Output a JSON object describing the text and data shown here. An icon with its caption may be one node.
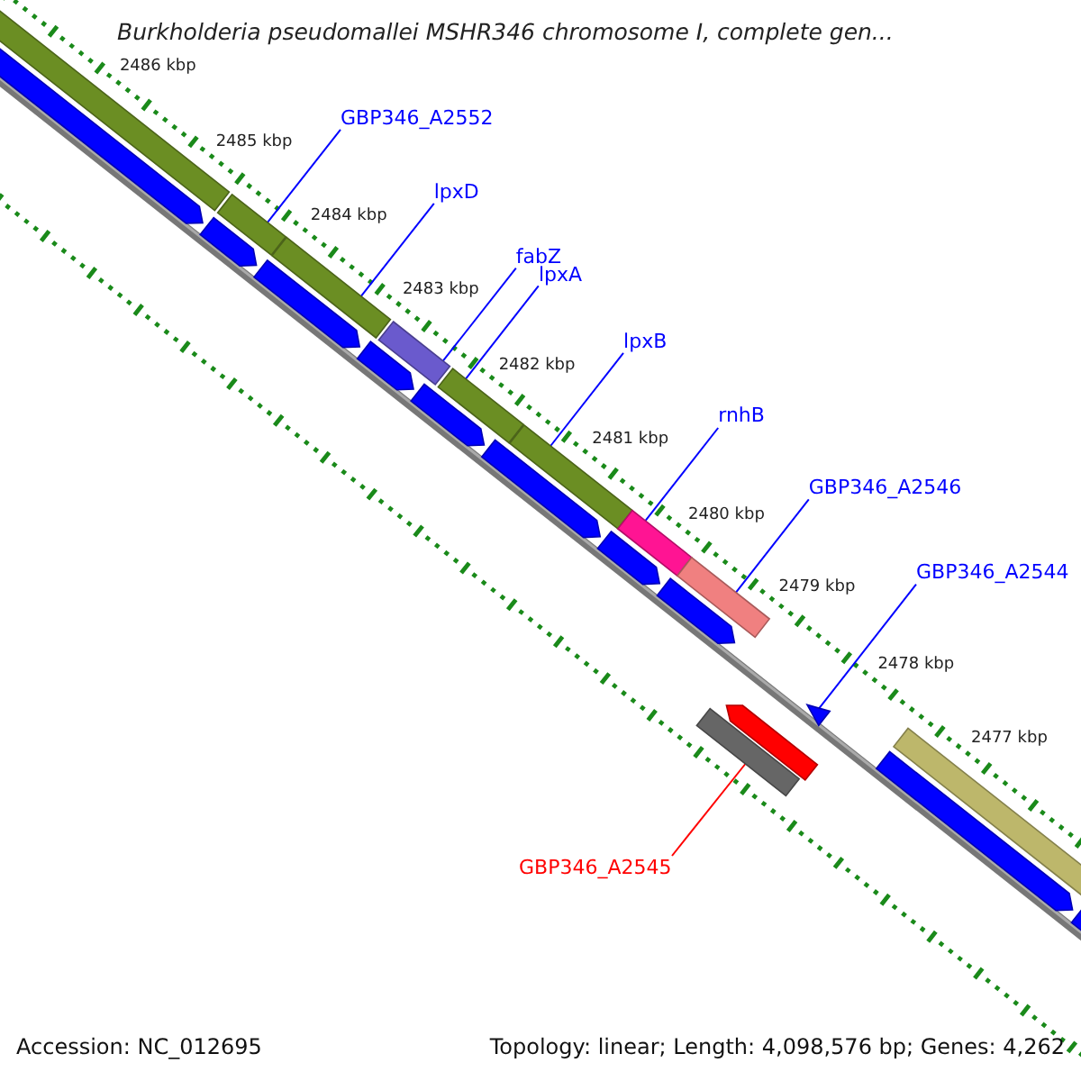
{
  "diagram": {
    "title": "Burkholderia pseudomallei MSHR346 chromosome I, complete gen...",
    "nodes": [
      {
        "text": [
          "GBP346_A2552"
        ]
      },
      {
        "text": [],
        "shape": "bar"
      },
      {
        "text": [
          "lpxD"
        ]
      },
      {
        "text": [],
        "shape": "bar"
      },
      {
        "text": [
          "fabZ"
        ]
      },
      {
        "text": [],
        "shape": "bar"
      },
      {
        "text": [
          "lpxA"
        ]
      },
      {
        "text": [],
        "shape": "bar"
      },
      {
        "text": [
          "lpxB"
        ]
      },
      {
        "text": [],
        "shape": "bar"
      },
      {
        "text": [
          "rnhB"
        ]
      },
      {
        "text": [],
        "shape": "bar"
      },
      {
        "text": [
          "GBP346_A2546"
        ]
      },
      {
        "text": [],
        "shape": "bar"
      },
      {
        "text": [
          "GBP346_A2544"
        ]
      },
      {
        "text": [],
        "shape": "triangle"
      },
      {
        "text": [
          "GBP346_A2545"
        ]
      },
      {
        "text": [],
        "shape": "bar"
      }
    ],
    "edges": [
      {
        "from": 0,
        "to": 1,
        "arrow": "none"
      },
      {
        "from": 2,
        "to": 3,
        "arrow": "none"
      },
      {
        "from": 4,
        "to": 5,
        "arrow": "none"
      },
      {
        "from": 6,
        "to": 7,
        "arrow": "none"
      },
      {
        "from": 8,
        "to": 9,
        "arrow": "none"
      },
      {
        "from": 10,
        "to": 11,
        "arrow": "none"
      },
      {
        "from": 12,
        "to": 13,
        "arrow": "none"
      },
      {
        "from": 14,
        "to": 15,
        "arrow": "none"
      },
      {
        "from": 16,
        "to": 17,
        "arrow": "none",
        "color": "#ff0000"
      }
    ],
    "labels": [
      "2486 kbp",
      "2485 kbp",
      "2484 kbp",
      "2483 kbp",
      "2482 kbp",
      "2481 kbp",
      "2480 kbp",
      "2479 kbp",
      "2478 kbp",
      "2477 kbp",
      "Accession: NC_012695",
      "Topology: linear; Length: 4,098,576 bp; Genes: 4,262"
    ]
  }
}
